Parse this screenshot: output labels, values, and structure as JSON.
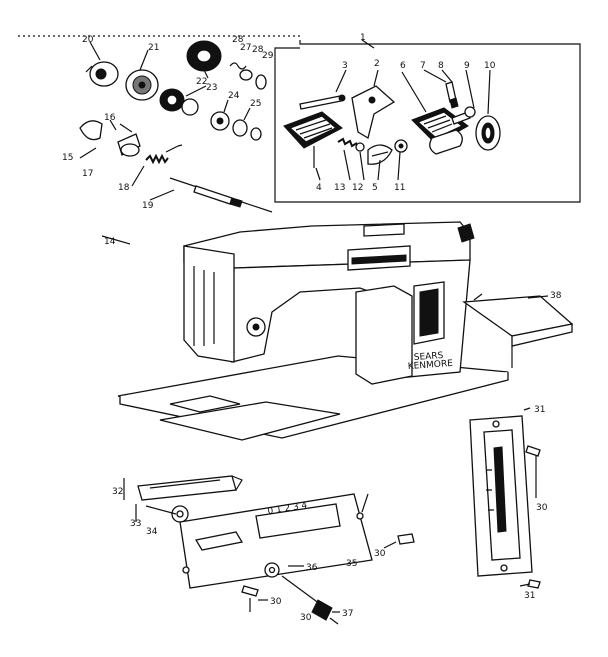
{
  "diagram": {
    "brand_line1": "SEARS",
    "brand_line2": "KENMORE",
    "dial_numbers": "0 1 2 3 4",
    "callouts": {
      "c1": "1",
      "c2": "2",
      "c3": "3",
      "c4": "4",
      "c5": "5",
      "c6": "6",
      "c7": "7",
      "c8": "8",
      "c9": "9",
      "c10": "10",
      "c11": "11",
      "c12": "12",
      "c13": "13",
      "c14": "14",
      "c15": "15",
      "c16": "16",
      "c17": "17",
      "c18": "18",
      "c19": "19",
      "c20": "20",
      "c21": "21",
      "c22": "22",
      "c23": "23",
      "c24": "24",
      "c25": "25",
      "c27": "27",
      "c28a": "28",
      "c28b": "28",
      "c29": "29",
      "c30a": "30",
      "c30b": "30",
      "c30c": "30",
      "c30d": "30",
      "c31a": "31",
      "c31b": "31",
      "c32": "32",
      "c33": "33",
      "c34": "34",
      "c35": "35",
      "c36": "36",
      "c37": "37",
      "c38": "38"
    }
  }
}
